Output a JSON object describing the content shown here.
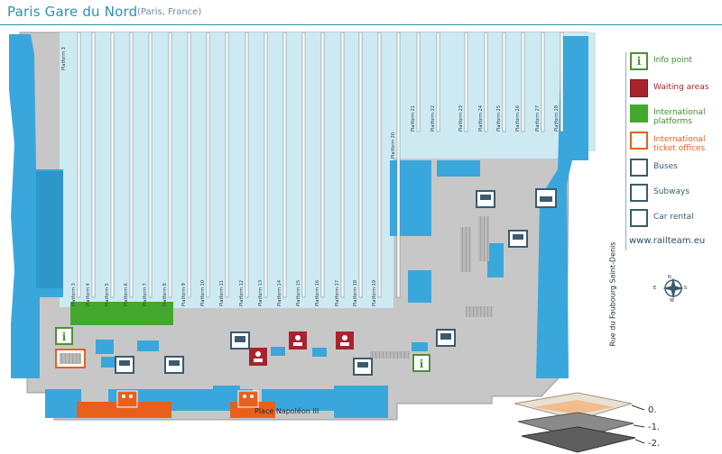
{
  "header": {
    "title": "Paris Gare du Nord",
    "subtitle": "(Paris, France)"
  },
  "platforms_upper": [
    "Platform 3",
    "Platform 4",
    "Platform 5",
    "Platform 6",
    "Platform 7",
    "Platform 8",
    "Platform 9",
    "Platform 10",
    "Platform 11",
    "Platform 12",
    "Platform 13",
    "Platform 14",
    "Platform 15",
    "Platform 16",
    "Platform 17",
    "Platform 18",
    "Platform 19",
    "Platform 20"
  ],
  "platform_top": "Platform 3",
  "platforms_right": [
    "Platform 21",
    "Platform 22",
    "Platform 23",
    "Platform 24",
    "Platform 25",
    "Platform 26",
    "Platform 27",
    "Platform 28"
  ],
  "legend": {
    "info": {
      "label": "Info point",
      "icon": "info-icon"
    },
    "waiting": {
      "label": "Waiting areas",
      "icon": "waiting-area-icon"
    },
    "international": {
      "label_1": "International",
      "label_2": "platforms",
      "icon": "international-platform-swatch"
    },
    "tickets": {
      "label_1": "International",
      "label_2": "ticket offices",
      "icon": "ticket-office-icon"
    },
    "buses": {
      "label": "Buses",
      "icon": "bus-icon"
    },
    "subways": {
      "label": "Subways",
      "icon": "subway-icon"
    },
    "car_rental": {
      "label": "Car rental",
      "icon": "car-rental-icon"
    }
  },
  "website": "www.railteam.eu",
  "street_label": "Rue du Faubourg Saint-Denis",
  "square_label": "Place Napoléon III",
  "compass": {
    "north": "N",
    "east": "E",
    "south": "S",
    "west": "W"
  },
  "levels": [
    "0.",
    "-1.",
    "-2."
  ],
  "colors": {
    "title": "#2e8fb5",
    "building": "#3aa7dc",
    "platform_area": "#cde9f2",
    "concourse": "#c7c7c7",
    "green": "#45a82e",
    "orange": "#e8601c",
    "red": "#a8232e",
    "dark_icon": "#3b5b6e"
  }
}
